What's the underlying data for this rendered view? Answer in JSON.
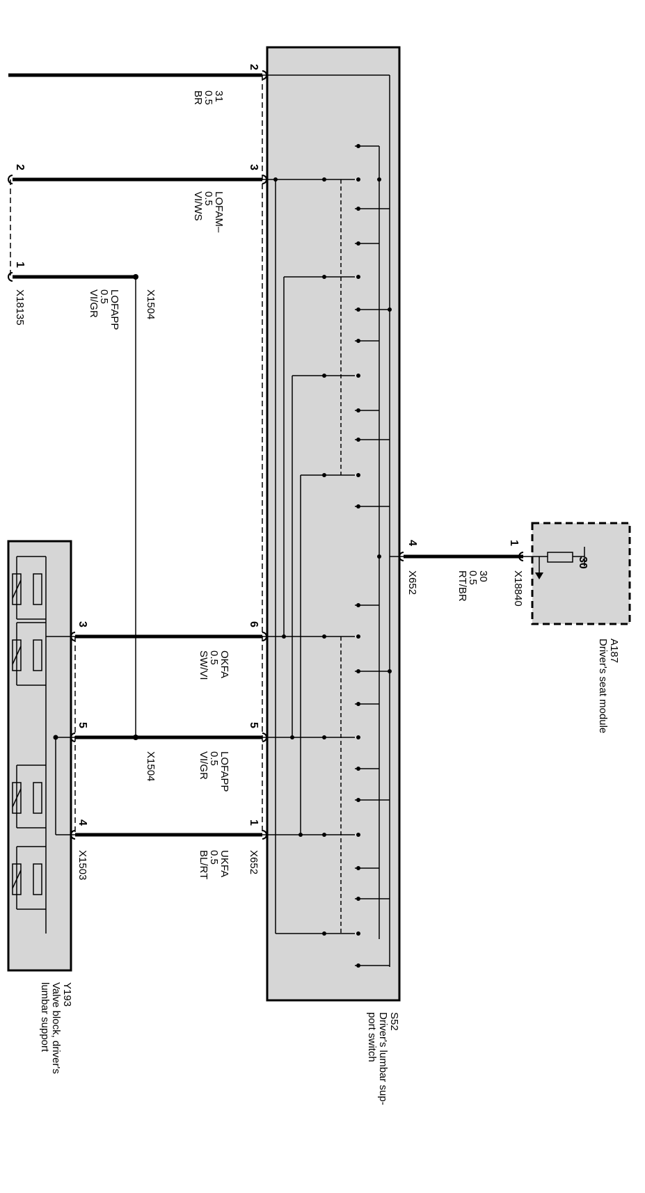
{
  "colors": {
    "module_fill": "#d6d6d6",
    "wire": "#000000",
    "background": "#ffffff"
  },
  "components": {
    "s52": {
      "code": "S52",
      "name_line1": "Driver's lumbar sup-",
      "name_line2": "port switch"
    },
    "a187": {
      "code": "A187",
      "name": "Driver's seat module"
    },
    "y193": {
      "code": "Y193",
      "name_line1": "Valve block, driver's",
      "name_line2": "lumbar support"
    }
  },
  "connectors": {
    "x652_top": "X652",
    "x652_bottom": "X652",
    "x1504_top": "X1504",
    "x1504_bottom": "X1504",
    "x18135": "X18135",
    "x1503": "X1503",
    "x18840": "X18840"
  },
  "wires": {
    "w31": {
      "pin_s52": "2",
      "signal": "31",
      "size": "0.5",
      "color": "BR"
    },
    "lofam": {
      "pin_s52": "3",
      "pin_x18135": "2",
      "signal": "LOFAM–",
      "size": "0.5",
      "color": "VI/WS"
    },
    "lofapp_t": {
      "pin_x18135": "1",
      "signal": "LOFAPP",
      "size": "0.5",
      "color": "VI/GR"
    },
    "power": {
      "pin_s52": "4",
      "pin_a187": "1",
      "signal": "30",
      "size": "0.5",
      "color": "RT/BR"
    },
    "okfa": {
      "pin_s52": "6",
      "pin_y193": "3",
      "signal": "OKFA",
      "size": "0.5",
      "color": "SW/VI"
    },
    "lofapp_b": {
      "pin_s52": "5",
      "pin_y193": "5",
      "signal": "LOFAPP",
      "size": "0.5",
      "color": "VI/GR"
    },
    "ukfa": {
      "pin_s52": "1",
      "pin_y193": "4",
      "signal": "UKFA",
      "size": "0.5",
      "color": "BL/RT"
    }
  },
  "a187_terminal": "30"
}
